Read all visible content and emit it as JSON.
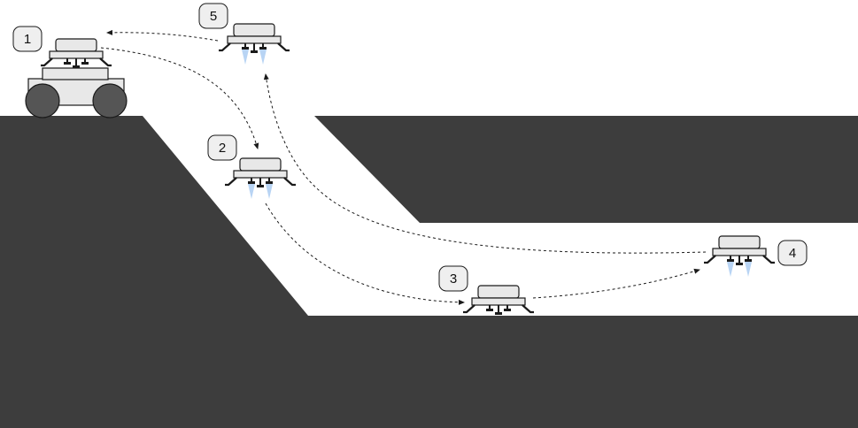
{
  "colors": {
    "terrain": "#3d3d3d",
    "background": "#ffffff",
    "drone_body": "#e8e8e8",
    "drone_outline": "#1a1a1a",
    "thrust": "#b8d4f4",
    "badge_fill": "#efefef",
    "path_stroke": "#1a1a1a"
  },
  "icons": {
    "drone": "drone-icon",
    "rover": "rover-icon",
    "thrust": "thrust-flame-icon"
  },
  "steps": [
    {
      "label": "1",
      "thrusting": false
    },
    {
      "label": "2",
      "thrusting": true
    },
    {
      "label": "3",
      "thrusting": false
    },
    {
      "label": "4",
      "thrusting": true
    },
    {
      "label": "5",
      "thrusting": true
    }
  ]
}
